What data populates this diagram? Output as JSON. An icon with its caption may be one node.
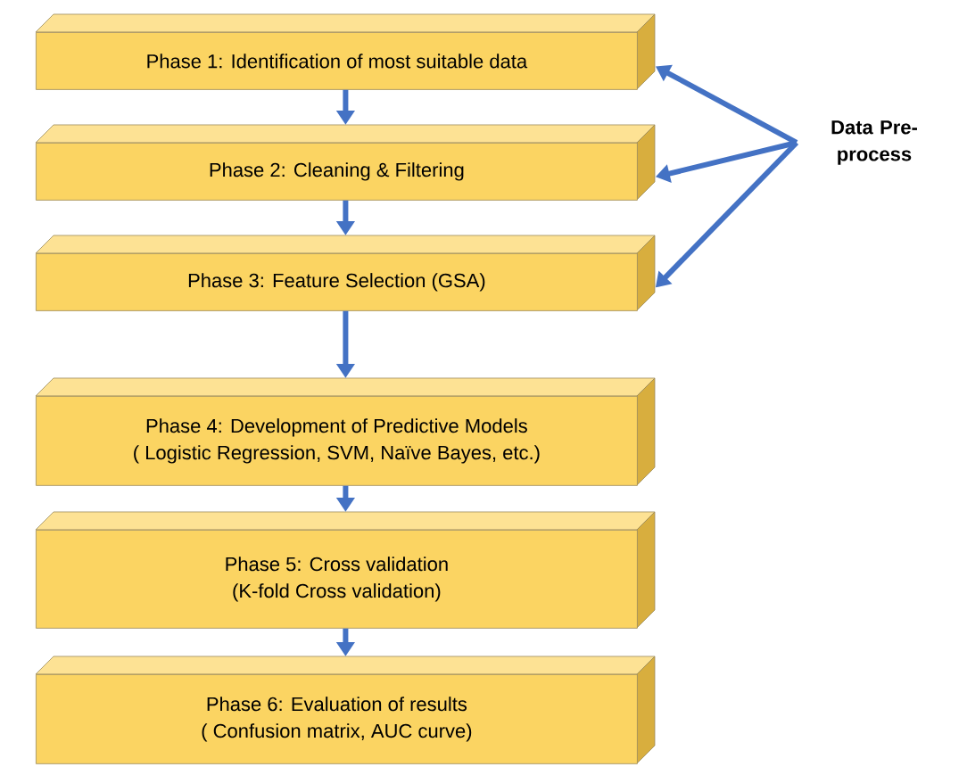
{
  "diagram": {
    "nodes": [
      {
        "text": [
          "Phase 1: Identification of most suitable data"
        ]
      },
      {
        "text": [
          "Phase 2: Cleaning & Filtering"
        ]
      },
      {
        "text": [
          "Phase 3: Feature Selection (GSA)"
        ]
      },
      {
        "text": [
          "Phase 4: Development of Predictive Models",
          "( Logistic Regression, SVM, Naïve Bayes, etc.)"
        ]
      },
      {
        "text": [
          "Phase 5: Cross validation",
          "(K-fold Cross validation)"
        ]
      },
      {
        "text": [
          "Phase 6: Evaluation of results",
          "( Confusion matrix, AUC curve)"
        ]
      },
      {
        "text": [
          "Data Pre-process"
        ]
      }
    ],
    "edges": [
      {
        "from": 0,
        "to": 1,
        "arrow": "to"
      },
      {
        "from": 1,
        "to": 2,
        "arrow": "to"
      },
      {
        "from": 2,
        "to": 3,
        "arrow": "to"
      },
      {
        "from": 3,
        "to": 4,
        "arrow": "to"
      },
      {
        "from": 4,
        "to": 5,
        "arrow": "to"
      },
      {
        "from": 6,
        "to": 0,
        "arrow": "to"
      },
      {
        "from": 6,
        "to": 1,
        "arrow": "to"
      },
      {
        "from": 6,
        "to": 2,
        "arrow": "to"
      }
    ]
  }
}
